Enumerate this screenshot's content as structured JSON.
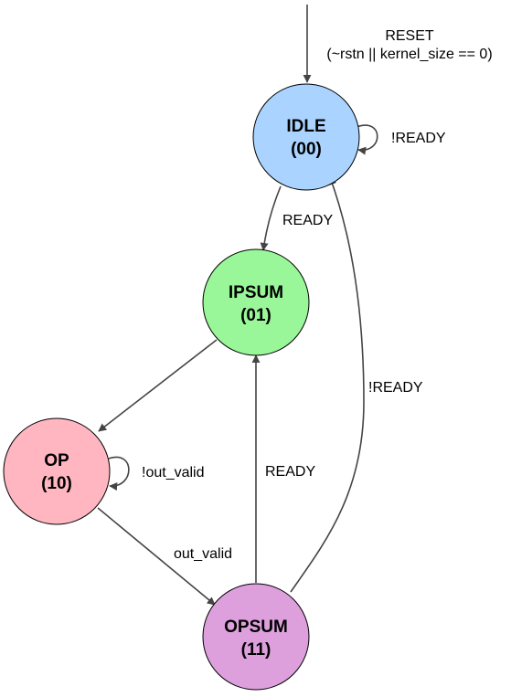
{
  "diagram": {
    "type": "state-machine",
    "reset": {
      "line1": "RESET",
      "line2": "(~rstn || kernel_size == 0)"
    },
    "states": {
      "idle": {
        "name": "IDLE",
        "code": "(00)",
        "color": "#aad4ff"
      },
      "ipsum": {
        "name": "IPSUM",
        "code": "(01)",
        "color": "#99f799"
      },
      "op": {
        "name": "OP",
        "code": "(10)",
        "color": "#ffb6c1"
      },
      "opsum": {
        "name": "OPSUM",
        "code": "(11)",
        "color": "#dda0dd"
      }
    },
    "transitions": {
      "idle_self": {
        "from": "IDLE",
        "to": "IDLE",
        "label": "!READY"
      },
      "idle_to_ipsum": {
        "from": "IDLE",
        "to": "IPSUM",
        "label": "READY"
      },
      "ipsum_to_op": {
        "from": "IPSUM",
        "to": "OP",
        "label": ""
      },
      "op_self": {
        "from": "OP",
        "to": "OP",
        "label": "!out_valid"
      },
      "op_to_opsum": {
        "from": "OP",
        "to": "OPSUM",
        "label": "out_valid"
      },
      "opsum_to_ipsum": {
        "from": "OPSUM",
        "to": "IPSUM",
        "label": "READY"
      },
      "opsum_to_idle": {
        "from": "OPSUM",
        "to": "IDLE",
        "label": "!READY"
      }
    }
  }
}
